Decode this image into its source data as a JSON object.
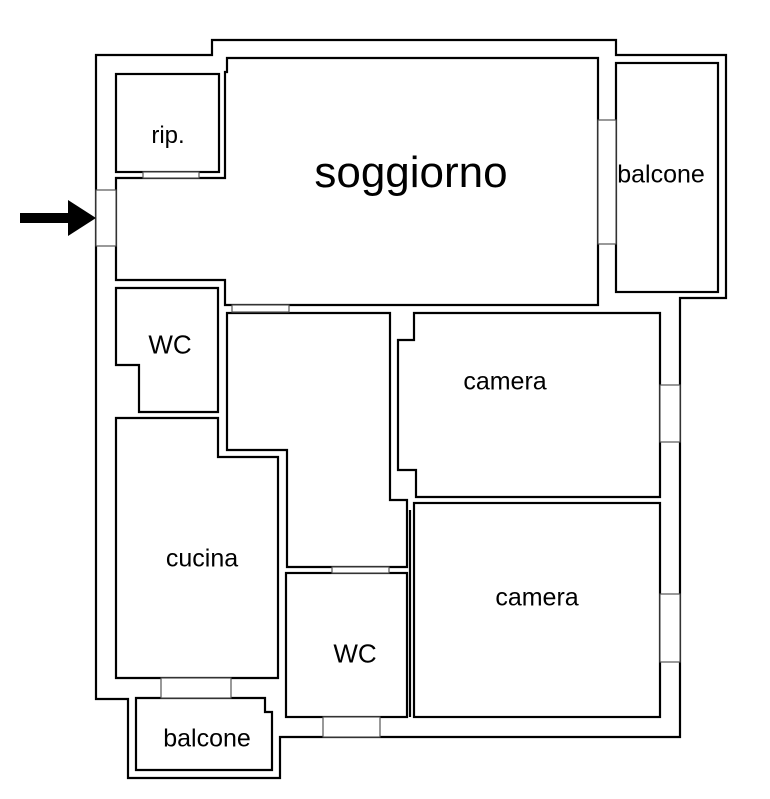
{
  "plan": {
    "rooms": {
      "ripostiglio": "rip.",
      "soggiorno": "soggiorno",
      "balcone_right": "balcone",
      "wc_top": "WC",
      "camera_top": "camera",
      "cucina": "cucina",
      "camera_bottom": "camera",
      "wc_bottom": "WC",
      "balcone_bottom": "balcone"
    },
    "entrance_icon": "arrow-right-icon"
  }
}
